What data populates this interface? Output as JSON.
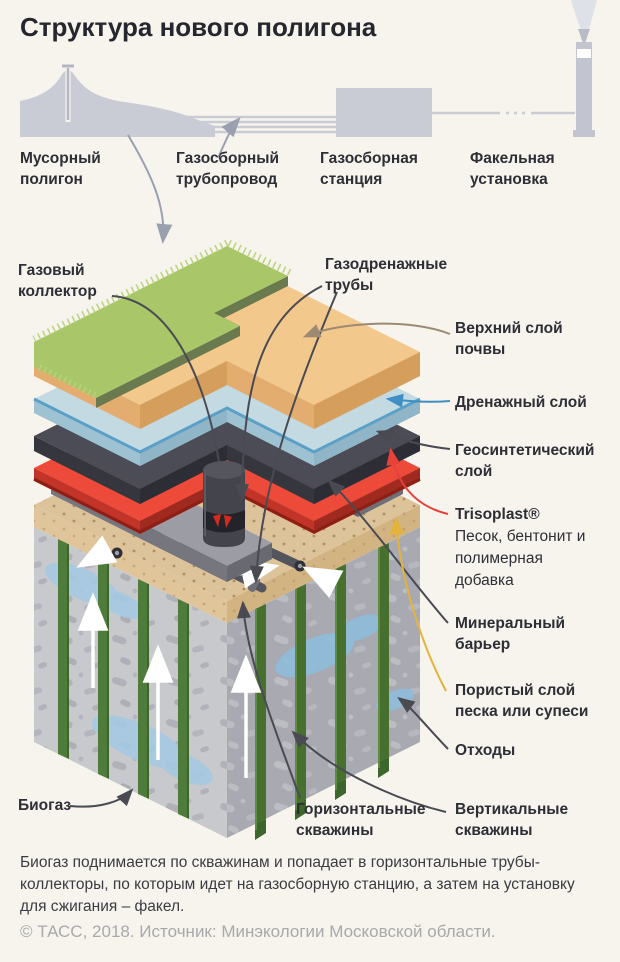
{
  "title": "Структура нового полигона",
  "process_row": {
    "items": [
      {
        "label": "Мусорный полигон"
      },
      {
        "label": "Газосборный трубопровод"
      },
      {
        "label": "Газосборная станция"
      },
      {
        "label": "Факельная установка"
      }
    ]
  },
  "labels": {
    "gas_collector": "Газовый коллектор",
    "gas_drain_pipes": "Газодренажные трубы",
    "top_soil": "Верхний слой почвы",
    "drainage": "Дренажный слой",
    "geosynthetic": "Геосинтетический слой",
    "trisoplast_title": "Trisoplast®",
    "trisoplast_desc": "Песок, бентонит и полимерная добавка",
    "mineral": "Минеральный барьер",
    "porous": "Пористый слой песка или супеси",
    "waste": "Отходы",
    "vertical_wells": "Вертикальные скважины",
    "horizontal_wells": "Горизонтальные скважины",
    "biogas": "Биогаз"
  },
  "caption": "Биогаз поднимается по скважинам и попадает в горизонтальные трубы-коллекторы, по которым идет на газосборную станцию, а затем на установку для сжигания – факел.",
  "footer": "© ТАСС, 2018. Источник: Минэкологии Московской области.",
  "colors": {
    "background": "#f6f4ed",
    "icon_gray": "#c9cbd5",
    "grass": "#a9c768",
    "top_soil": "#f2c88c",
    "drainage": "#c4dae3",
    "geosynthetic": "#4b4c56",
    "trisoplast": "#ee4a39",
    "mineral": "#9b9ca4",
    "porous": "#dcc39a",
    "waste_left": "#c8c9cd",
    "waste_right": "#a8a9b1",
    "wells_green": "#4f7c3a",
    "biogas_blue": "#a5c9e2",
    "connector_dark": "#4a4a52",
    "connector_blue": "#3f8fc4",
    "connector_red": "#e8413a",
    "connector_yellow": "#e3b33a",
    "connector_brown": "#9c8b72"
  }
}
